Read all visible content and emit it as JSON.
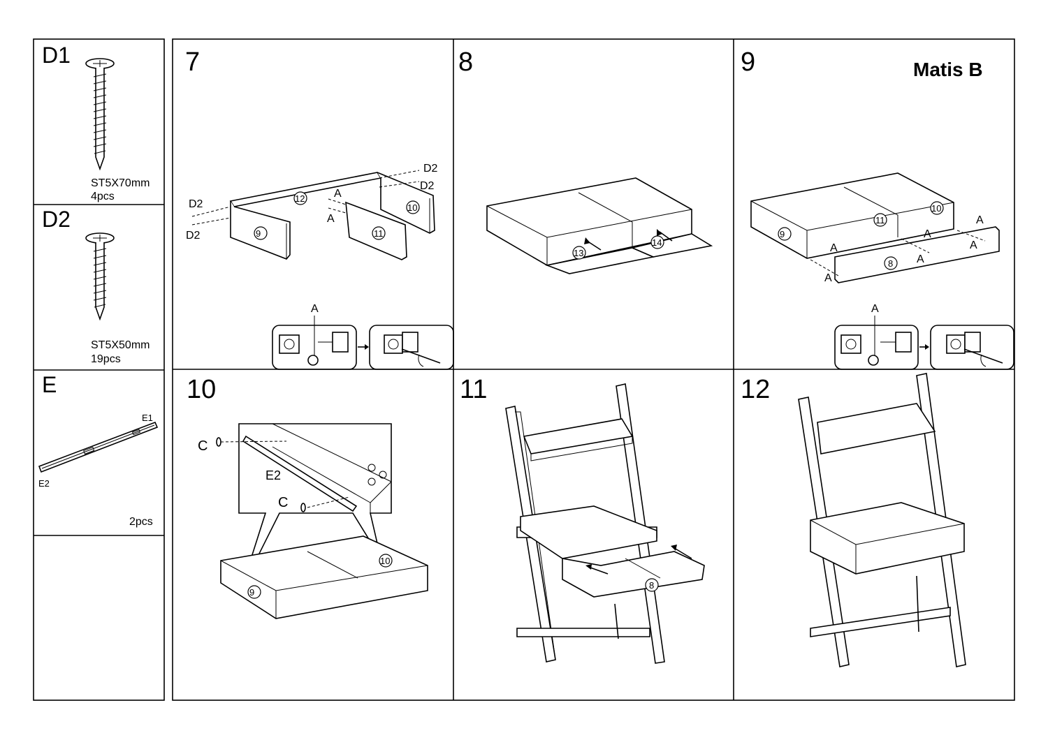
{
  "title": "Matis B",
  "hardware": [
    {
      "code": "D1",
      "spec": "ST5X70mm",
      "qty": "4pcs"
    },
    {
      "code": "D2",
      "spec": "ST5X50mm",
      "qty": "19pcs"
    },
    {
      "code": "E",
      "sub1": "E1",
      "sub2": "E2",
      "qty": "2pcs"
    }
  ],
  "steps": {
    "s7": {
      "num": "7",
      "d2": "D2",
      "a": "A",
      "parts": [
        "12",
        "10",
        "9",
        "11"
      ]
    },
    "s8": {
      "num": "8",
      "parts": [
        "13",
        "14"
      ]
    },
    "s9": {
      "num": "9",
      "a": "A",
      "parts": [
        "9",
        "11",
        "10",
        "8"
      ]
    },
    "s10": {
      "num": "10",
      "c": "C",
      "e2": "E2",
      "parts": [
        "10",
        "9"
      ]
    },
    "s11": {
      "num": "11",
      "parts": [
        "8"
      ]
    },
    "s12": {
      "num": "12"
    }
  }
}
